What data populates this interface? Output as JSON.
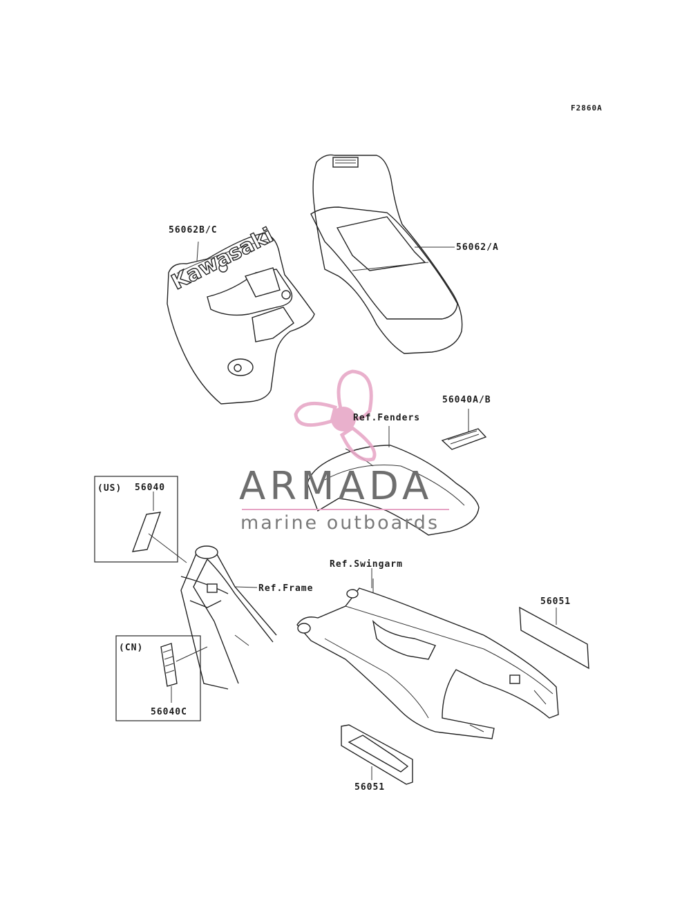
{
  "figure_code": "F2860A",
  "callouts": {
    "shroud_decal": "56062B/C",
    "tank_decal": "56062/A",
    "small_label": "56040A/B",
    "fenders_ref": "Ref.Fenders",
    "frame_ref": "Ref.Frame",
    "swingarm_ref": "Ref.Swingarm",
    "swingarm_decal_right": "56051",
    "swingarm_decal_bottom": "56051",
    "us_region": "(US)",
    "us_part": "56040",
    "cn_region": "(CN)",
    "cn_part": "56040C"
  },
  "shroud_logo": "Kawasaki",
  "watermark": {
    "brand": "ARMADA",
    "tagline": "marine outboards",
    "logo_color": "#e6a3c4",
    "text_color": "#6e6e6e"
  }
}
